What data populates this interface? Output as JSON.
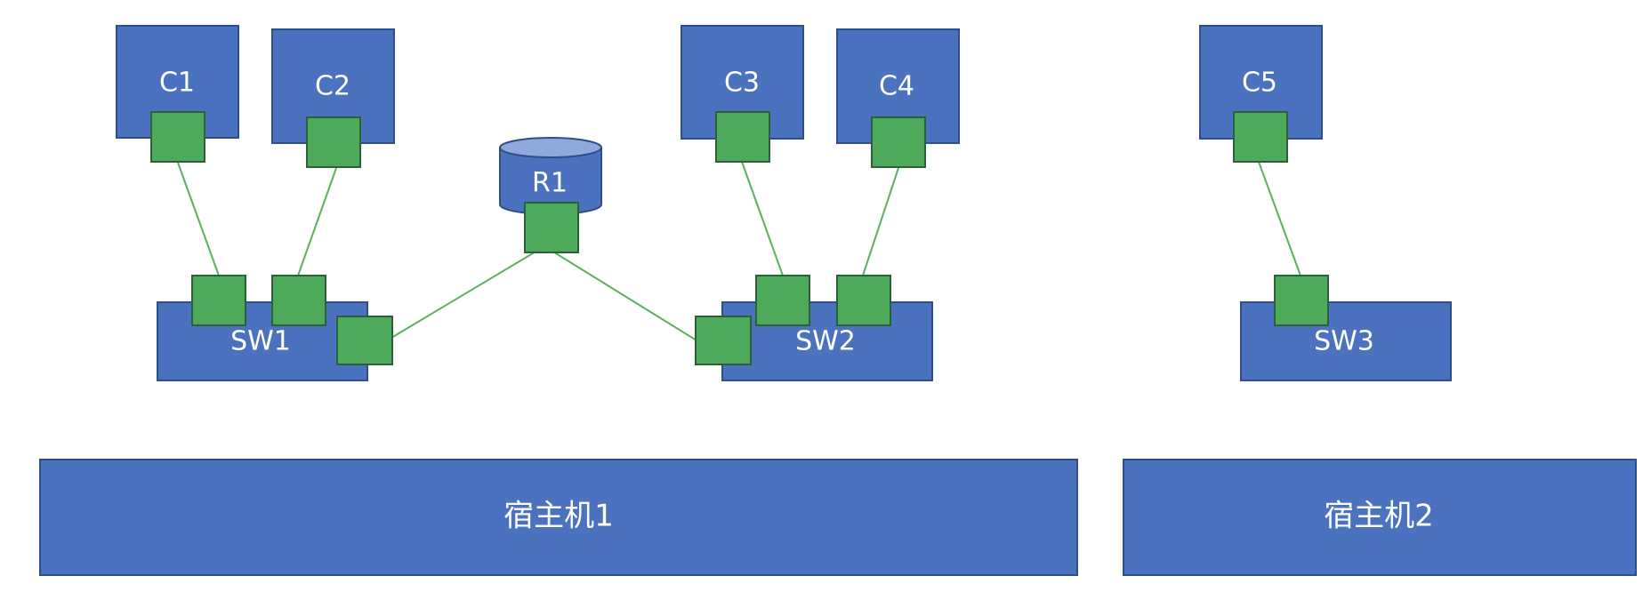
{
  "containers": [
    {
      "id": "c1",
      "label": "C1"
    },
    {
      "id": "c2",
      "label": "C2"
    },
    {
      "id": "c3",
      "label": "C3"
    },
    {
      "id": "c4",
      "label": "C4"
    },
    {
      "id": "c5",
      "label": "C5"
    }
  ],
  "router": {
    "label": "R1"
  },
  "switches": [
    {
      "id": "sw1",
      "label": "SW1"
    },
    {
      "id": "sw2",
      "label": "SW2"
    },
    {
      "id": "sw3",
      "label": "SW3"
    }
  ],
  "hosts": [
    {
      "id": "host1",
      "label": "宿主机1"
    },
    {
      "id": "host2",
      "label": "宿主机2"
    }
  ],
  "colors": {
    "node_fill": "#4a72bf",
    "port_fill": "#4caa5a",
    "link_stroke": "#5cb05e",
    "router_top": "#8fa9dd"
  }
}
